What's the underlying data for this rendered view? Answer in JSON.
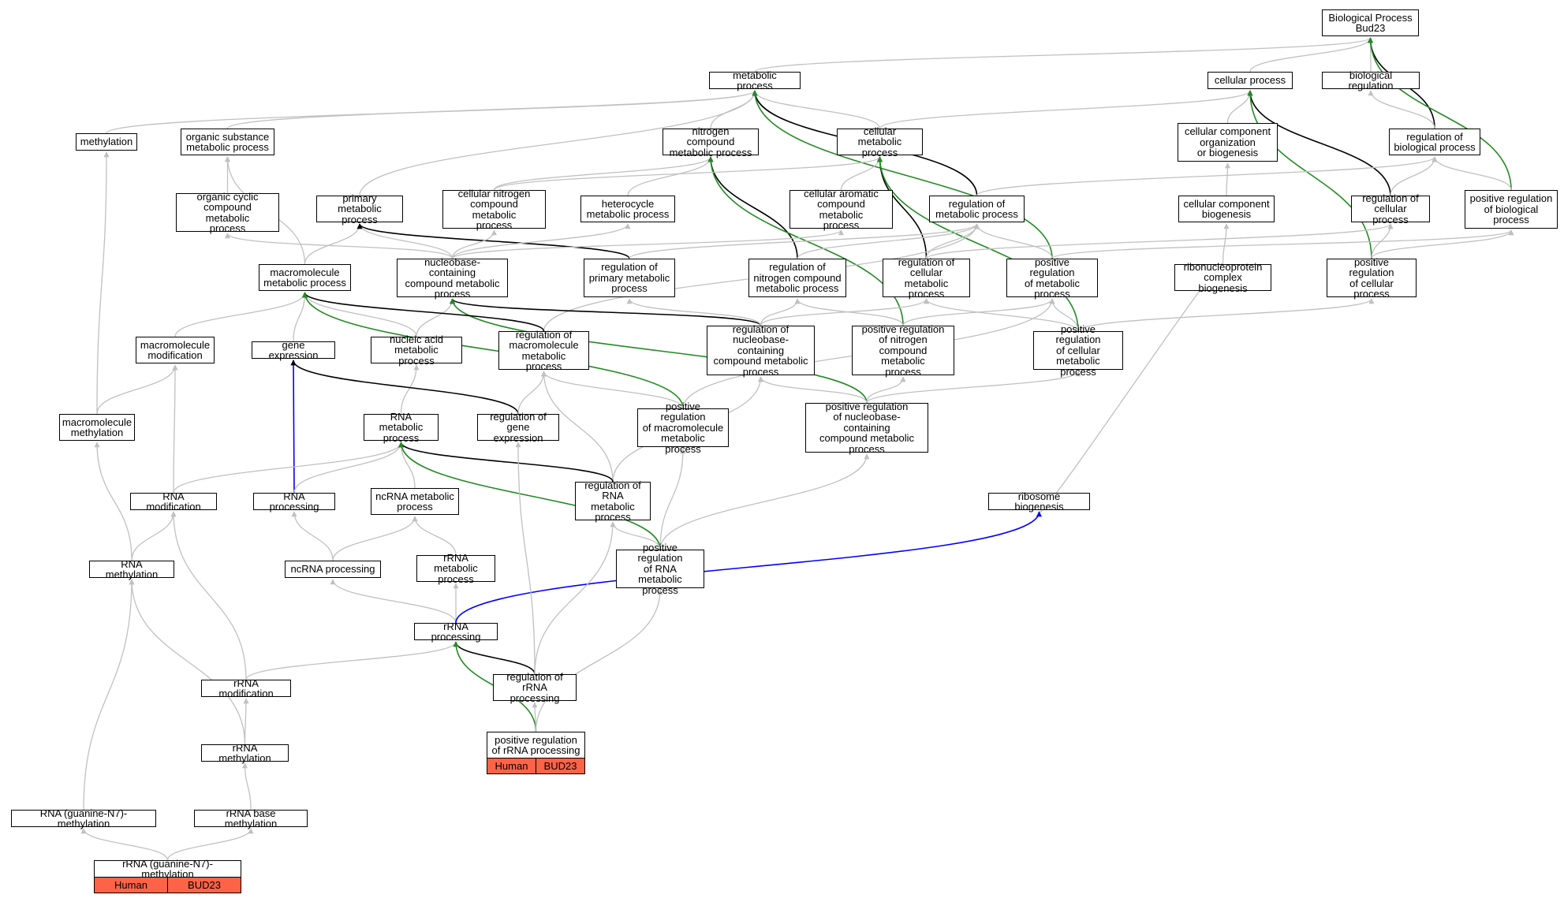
{
  "colors": {
    "is_a": "#c0c0c0",
    "regulates": "#000000",
    "positively_regulates": "#228b22",
    "part_of": "#0000ff",
    "annotation_fill": "#ff6347"
  },
  "nodes": [
    {
      "id": "bp",
      "label": "Biological Process\nBud23"
    },
    {
      "id": "metabolic_process",
      "label": "metabolic process"
    },
    {
      "id": "cellular_process",
      "label": "cellular process"
    },
    {
      "id": "biological_regulation",
      "label": "biological regulation"
    },
    {
      "id": "methylation",
      "label": "methylation"
    },
    {
      "id": "organic_substance_mp",
      "label": "organic substance\nmetabolic process"
    },
    {
      "id": "nitrogen_compound_mp",
      "label": "nitrogen compound\nmetabolic process"
    },
    {
      "id": "cellular_mp",
      "label": "cellular metabolic\nprocess"
    },
    {
      "id": "cc_org_biogenesis",
      "label": "cellular component\norganization\nor biogenesis"
    },
    {
      "id": "reg_bp",
      "label": "regulation of\nbiological process"
    },
    {
      "id": "organic_cyclic_mp",
      "label": "organic cyclic\ncompound metabolic\nprocess"
    },
    {
      "id": "primary_mp",
      "label": "primary metabolic\nprocess"
    },
    {
      "id": "cell_nitrogen_mp",
      "label": "cellular nitrogen\ncompound metabolic\nprocess"
    },
    {
      "id": "heterocycle_mp",
      "label": "heterocycle\nmetabolic process"
    },
    {
      "id": "cell_aromatic_mp",
      "label": "cellular aromatic\ncompound metabolic\nprocess"
    },
    {
      "id": "reg_mp",
      "label": "regulation of\nmetabolic process"
    },
    {
      "id": "cc_biogenesis",
      "label": "cellular component\nbiogenesis"
    },
    {
      "id": "reg_cp",
      "label": "regulation of\ncellular process"
    },
    {
      "id": "pos_reg_bp",
      "label": "positive regulation\nof biological\nprocess"
    },
    {
      "id": "macromolecule_mp",
      "label": "macromolecule\nmetabolic process"
    },
    {
      "id": "nucleobase_mp",
      "label": "nucleobase-containing\ncompound metabolic\nprocess"
    },
    {
      "id": "reg_primary_mp",
      "label": "regulation of\nprimary metabolic\nprocess"
    },
    {
      "id": "reg_nitrogen_mp",
      "label": "regulation of\nnitrogen compound\nmetabolic process"
    },
    {
      "id": "reg_cellular_mp",
      "label": "regulation of\ncellular metabolic\nprocess"
    },
    {
      "id": "pos_reg_mp",
      "label": "positive regulation\nof metabolic\nprocess"
    },
    {
      "id": "rnp_biogenesis",
      "label": "ribonucleoprotein\ncomplex biogenesis"
    },
    {
      "id": "pos_reg_cp",
      "label": "positive regulation\nof cellular\nprocess"
    },
    {
      "id": "macromolecule_mod",
      "label": "macromolecule\nmodification"
    },
    {
      "id": "gene_expression",
      "label": "gene expression"
    },
    {
      "id": "nucleic_acid_mp",
      "label": "nucleic acid\nmetabolic process"
    },
    {
      "id": "reg_macromolecule_mp",
      "label": "regulation of\nmacromolecule\nmetabolic process"
    },
    {
      "id": "reg_nucleobase_mp",
      "label": "regulation of\nnucleobase-containing\ncompound metabolic\nprocess"
    },
    {
      "id": "pos_reg_nitrogen_mp",
      "label": "positive regulation\nof nitrogen\ncompound metabolic\nprocess"
    },
    {
      "id": "pos_reg_cellular_mp",
      "label": "positive regulation\nof cellular\nmetabolic process"
    },
    {
      "id": "macromolecule_methylation",
      "label": "macromolecule\nmethylation"
    },
    {
      "id": "rna_mp",
      "label": "RNA metabolic\nprocess"
    },
    {
      "id": "reg_gene_expression",
      "label": "regulation of\ngene expression"
    },
    {
      "id": "pos_reg_macromolecule_mp",
      "label": "positive regulation\nof macromolecule\nmetabolic process"
    },
    {
      "id": "pos_reg_nucleobase_mp",
      "label": "positive regulation\nof nucleobase-containing\ncompound metabolic\nprocess"
    },
    {
      "id": "rna_modification",
      "label": "RNA modification"
    },
    {
      "id": "rna_processing",
      "label": "RNA processing"
    },
    {
      "id": "ncrna_mp",
      "label": "ncRNA metabolic\nprocess"
    },
    {
      "id": "reg_rna_mp",
      "label": "regulation of\nRNA metabolic\nprocess"
    },
    {
      "id": "ribosome_biogenesis",
      "label": "ribosome biogenesis"
    },
    {
      "id": "rna_methylation",
      "label": "RNA methylation"
    },
    {
      "id": "ncrna_processing",
      "label": "ncRNA processing"
    },
    {
      "id": "rrna_mp",
      "label": "rRNA metabolic\nprocess"
    },
    {
      "id": "pos_reg_rna_mp",
      "label": "positive regulation\nof RNA metabolic\nprocess"
    },
    {
      "id": "rrna_processing",
      "label": "rRNA processing"
    },
    {
      "id": "rrna_modification",
      "label": "rRNA modification"
    },
    {
      "id": "reg_rrna_processing",
      "label": "regulation of\nrRNA processing"
    },
    {
      "id": "pos_reg_rrna_processing",
      "label": "positive regulation\nof rRNA processing"
    },
    {
      "id": "rrna_methylation",
      "label": "rRNA methylation"
    },
    {
      "id": "rna_g_n7_methylation",
      "label": "RNA (guanine-N7)-methylation"
    },
    {
      "id": "rrna_base_methylation",
      "label": "rRNA base methylation"
    },
    {
      "id": "rrna_g_n7_methylation",
      "label": "rRNA (guanine-N7)-methylation"
    }
  ],
  "annotations": [
    {
      "node": "pos_reg_rrna_processing",
      "species": "Human",
      "gene": "BUD23"
    },
    {
      "node": "rrna_g_n7_methylation",
      "species": "Human",
      "gene": "BUD23"
    }
  ],
  "edges": [
    {
      "from": "metabolic_process",
      "to": "bp",
      "type": "is_a"
    },
    {
      "from": "cellular_process",
      "to": "bp",
      "type": "is_a"
    },
    {
      "from": "biological_regulation",
      "to": "bp",
      "type": "is_a"
    },
    {
      "from": "reg_bp",
      "to": "bp",
      "type": "regulates"
    },
    {
      "from": "pos_reg_bp",
      "to": "bp",
      "type": "positively_regulates"
    },
    {
      "from": "methylation",
      "to": "metabolic_process",
      "type": "is_a"
    },
    {
      "from": "organic_substance_mp",
      "to": "metabolic_process",
      "type": "is_a"
    },
    {
      "from": "nitrogen_compound_mp",
      "to": "metabolic_process",
      "type": "is_a"
    },
    {
      "from": "cellular_mp",
      "to": "metabolic_process",
      "type": "is_a"
    },
    {
      "from": "primary_mp",
      "to": "metabolic_process",
      "type": "is_a"
    },
    {
      "from": "reg_mp",
      "to": "metabolic_process",
      "type": "regulates"
    },
    {
      "from": "pos_reg_mp",
      "to": "metabolic_process",
      "type": "positively_regulates"
    },
    {
      "from": "cellular_mp",
      "to": "cellular_process",
      "type": "is_a"
    },
    {
      "from": "cc_org_biogenesis",
      "to": "cellular_process",
      "type": "is_a"
    },
    {
      "from": "reg_cp",
      "to": "cellular_process",
      "type": "regulates"
    },
    {
      "from": "pos_reg_cp",
      "to": "cellular_process",
      "type": "positively_regulates"
    },
    {
      "from": "reg_bp",
      "to": "biological_regulation",
      "type": "is_a"
    },
    {
      "from": "reg_mp",
      "to": "reg_bp",
      "type": "is_a"
    },
    {
      "from": "reg_cp",
      "to": "reg_bp",
      "type": "is_a"
    },
    {
      "from": "pos_reg_bp",
      "to": "reg_bp",
      "type": "is_a"
    },
    {
      "from": "organic_cyclic_mp",
      "to": "organic_substance_mp",
      "type": "is_a"
    },
    {
      "from": "macromolecule_mp",
      "to": "organic_substance_mp",
      "type": "is_a"
    },
    {
      "from": "cell_nitrogen_mp",
      "to": "nitrogen_compound_mp",
      "type": "is_a"
    },
    {
      "from": "heterocycle_mp",
      "to": "nitrogen_compound_mp",
      "type": "is_a"
    },
    {
      "from": "reg_nitrogen_mp",
      "to": "nitrogen_compound_mp",
      "type": "regulates"
    },
    {
      "from": "pos_reg_nitrogen_mp",
      "to": "nitrogen_compound_mp",
      "type": "positively_regulates"
    },
    {
      "from": "cell_nitrogen_mp",
      "to": "cellular_mp",
      "type": "is_a"
    },
    {
      "from": "cell_aromatic_mp",
      "to": "cellular_mp",
      "type": "is_a"
    },
    {
      "from": "reg_cellular_mp",
      "to": "cellular_mp",
      "type": "regulates"
    },
    {
      "from": "pos_reg_cellular_mp",
      "to": "cellular_mp",
      "type": "positively_regulates"
    },
    {
      "from": "cc_biogenesis",
      "to": "cc_org_biogenesis",
      "type": "is_a"
    },
    {
      "from": "rnp_biogenesis",
      "to": "cc_biogenesis",
      "type": "is_a"
    },
    {
      "from": "reg_cellular_mp",
      "to": "reg_cp",
      "type": "is_a"
    },
    {
      "from": "pos_reg_cp",
      "to": "reg_cp",
      "type": "is_a"
    },
    {
      "from": "pos_reg_cp",
      "to": "pos_reg_bp",
      "type": "is_a"
    },
    {
      "from": "pos_reg_mp",
      "to": "pos_reg_bp",
      "type": "is_a"
    },
    {
      "from": "nucleobase_mp",
      "to": "organic_cyclic_mp",
      "type": "is_a"
    },
    {
      "from": "nucleobase_mp",
      "to": "primary_mp",
      "type": "is_a"
    },
    {
      "from": "macromolecule_mp",
      "to": "primary_mp",
      "type": "is_a"
    },
    {
      "from": "reg_primary_mp",
      "to": "primary_mp",
      "type": "regulates"
    },
    {
      "from": "nucleobase_mp",
      "to": "cell_nitrogen_mp",
      "type": "is_a"
    },
    {
      "from": "nucleobase_mp",
      "to": "heterocycle_mp",
      "type": "is_a"
    },
    {
      "from": "nucleobase_mp",
      "to": "cell_aromatic_mp",
      "type": "is_a"
    },
    {
      "from": "reg_primary_mp",
      "to": "reg_mp",
      "type": "is_a"
    },
    {
      "from": "reg_nitrogen_mp",
      "to": "reg_mp",
      "type": "is_a"
    },
    {
      "from": "reg_cellular_mp",
      "to": "reg_mp",
      "type": "is_a"
    },
    {
      "from": "pos_reg_mp",
      "to": "reg_mp",
      "type": "is_a"
    },
    {
      "from": "reg_macromolecule_mp",
      "to": "reg_mp",
      "type": "is_a"
    },
    {
      "from": "nucleic_acid_mp",
      "to": "nucleobase_mp",
      "type": "is_a"
    },
    {
      "from": "reg_nucleobase_mp",
      "to": "nucleobase_mp",
      "type": "regulates"
    },
    {
      "from": "pos_reg_nucleobase_mp",
      "to": "nucleobase_mp",
      "type": "positively_regulates"
    },
    {
      "from": "macromolecule_mod",
      "to": "macromolecule_mp",
      "type": "is_a"
    },
    {
      "from": "gene_expression",
      "to": "macromolecule_mp",
      "type": "is_a"
    },
    {
      "from": "nucleic_acid_mp",
      "to": "macromolecule_mp",
      "type": "is_a"
    },
    {
      "from": "reg_macromolecule_mp",
      "to": "macromolecule_mp",
      "type": "regulates"
    },
    {
      "from": "pos_reg_macromolecule_mp",
      "to": "macromolecule_mp",
      "type": "positively_regulates"
    },
    {
      "from": "reg_nucleobase_mp",
      "to": "reg_primary_mp",
      "type": "is_a"
    },
    {
      "from": "reg_nucleobase_mp",
      "to": "reg_nitrogen_mp",
      "type": "is_a"
    },
    {
      "from": "pos_reg_nitrogen_mp",
      "to": "reg_nitrogen_mp",
      "type": "is_a"
    },
    {
      "from": "reg_nucleobase_mp",
      "to": "reg_cellular_mp",
      "type": "is_a"
    },
    {
      "from": "pos_reg_cellular_mp",
      "to": "reg_cellular_mp",
      "type": "is_a"
    },
    {
      "from": "pos_reg_nitrogen_mp",
      "to": "pos_reg_mp",
      "type": "is_a"
    },
    {
      "from": "pos_reg_cellular_mp",
      "to": "pos_reg_mp",
      "type": "is_a"
    },
    {
      "from": "pos_reg_macromolecule_mp",
      "to": "pos_reg_mp",
      "type": "is_a"
    },
    {
      "from": "pos_reg_cellular_mp",
      "to": "pos_reg_cp",
      "type": "is_a"
    },
    {
      "from": "pos_reg_nucleobase_mp",
      "to": "reg_nucleobase_mp",
      "type": "is_a"
    },
    {
      "from": "pos_reg_nucleobase_mp",
      "to": "pos_reg_nitrogen_mp",
      "type": "is_a"
    },
    {
      "from": "pos_reg_nucleobase_mp",
      "to": "pos_reg_cellular_mp",
      "type": "is_a"
    },
    {
      "from": "macromolecule_methylation",
      "to": "macromolecule_mod",
      "type": "is_a"
    },
    {
      "from": "macromolecule_methylation",
      "to": "methylation",
      "type": "is_a"
    },
    {
      "from": "rna_mp",
      "to": "nucleic_acid_mp",
      "type": "is_a"
    },
    {
      "from": "rna_processing",
      "to": "gene_expression",
      "type": "part_of"
    },
    {
      "from": "reg_gene_expression",
      "to": "gene_expression",
      "type": "regulates"
    },
    {
      "from": "reg_gene_expression",
      "to": "reg_macromolecule_mp",
      "type": "is_a"
    },
    {
      "from": "pos_reg_macromolecule_mp",
      "to": "reg_macromolecule_mp",
      "type": "is_a"
    },
    {
      "from": "reg_rna_mp",
      "to": "reg_macromolecule_mp",
      "type": "is_a"
    },
    {
      "from": "reg_rna_mp",
      "to": "reg_nucleobase_mp",
      "type": "is_a"
    },
    {
      "from": "pos_reg_rna_mp",
      "to": "pos_reg_macromolecule_mp",
      "type": "is_a"
    },
    {
      "from": "pos_reg_rna_mp",
      "to": "pos_reg_nucleobase_mp",
      "type": "is_a"
    },
    {
      "from": "rna_modification",
      "to": "rna_mp",
      "type": "is_a"
    },
    {
      "from": "rna_processing",
      "to": "rna_mp",
      "type": "is_a"
    },
    {
      "from": "ncrna_mp",
      "to": "rna_mp",
      "type": "is_a"
    },
    {
      "from": "reg_rna_mp",
      "to": "rna_mp",
      "type": "regulates"
    },
    {
      "from": "pos_reg_rna_mp",
      "to": "rna_mp",
      "type": "positively_regulates"
    },
    {
      "from": "rna_modification",
      "to": "macromolecule_mod",
      "type": "is_a"
    },
    {
      "from": "rna_methylation",
      "to": "rna_modification",
      "type": "is_a"
    },
    {
      "from": "rna_methylation",
      "to": "macromolecule_methylation",
      "type": "is_a"
    },
    {
      "from": "ncrna_processing",
      "to": "rna_processing",
      "type": "is_a"
    },
    {
      "from": "ncrna_processing",
      "to": "ncrna_mp",
      "type": "is_a"
    },
    {
      "from": "rrna_mp",
      "to": "ncrna_mp",
      "type": "is_a"
    },
    {
      "from": "pos_reg_rna_mp",
      "to": "reg_rna_mp",
      "type": "is_a"
    },
    {
      "from": "rnp_biogenesis",
      "to": "ribosome_biogenesis",
      "type": "is_a"
    },
    {
      "from": "rrna_processing",
      "to": "ncrna_processing",
      "type": "is_a"
    },
    {
      "from": "rrna_processing",
      "to": "rrna_mp",
      "type": "is_a"
    },
    {
      "from": "rrna_processing",
      "to": "ribosome_biogenesis",
      "type": "part_of"
    },
    {
      "from": "reg_rrna_processing",
      "to": "rrna_processing",
      "type": "regulates"
    },
    {
      "from": "reg_rrna_processing",
      "to": "reg_rna_mp",
      "type": "is_a"
    },
    {
      "from": "reg_rrna_processing",
      "to": "reg_gene_expression",
      "type": "is_a"
    },
    {
      "from": "rrna_modification",
      "to": "rrna_processing",
      "type": "is_a"
    },
    {
      "from": "rrna_modification",
      "to": "rna_modification",
      "type": "is_a"
    },
    {
      "from": "pos_reg_rrna_processing",
      "to": "rrna_processing",
      "type": "positively_regulates"
    },
    {
      "from": "pos_reg_rrna_processing",
      "to": "reg_rrna_processing",
      "type": "is_a"
    },
    {
      "from": "pos_reg_rrna_processing",
      "to": "pos_reg_rna_mp",
      "type": "is_a"
    },
    {
      "from": "rrna_methylation",
      "to": "rrna_modification",
      "type": "is_a"
    },
    {
      "from": "rrna_methylation",
      "to": "rna_methylation",
      "type": "is_a"
    },
    {
      "from": "rna_g_n7_methylation",
      "to": "rna_methylation",
      "type": "is_a"
    },
    {
      "from": "rrna_base_methylation",
      "to": "rrna_methylation",
      "type": "is_a"
    },
    {
      "from": "rrna_g_n7_methylation",
      "to": "rna_g_n7_methylation",
      "type": "is_a"
    },
    {
      "from": "rrna_g_n7_methylation",
      "to": "rrna_base_methylation",
      "type": "is_a"
    }
  ]
}
